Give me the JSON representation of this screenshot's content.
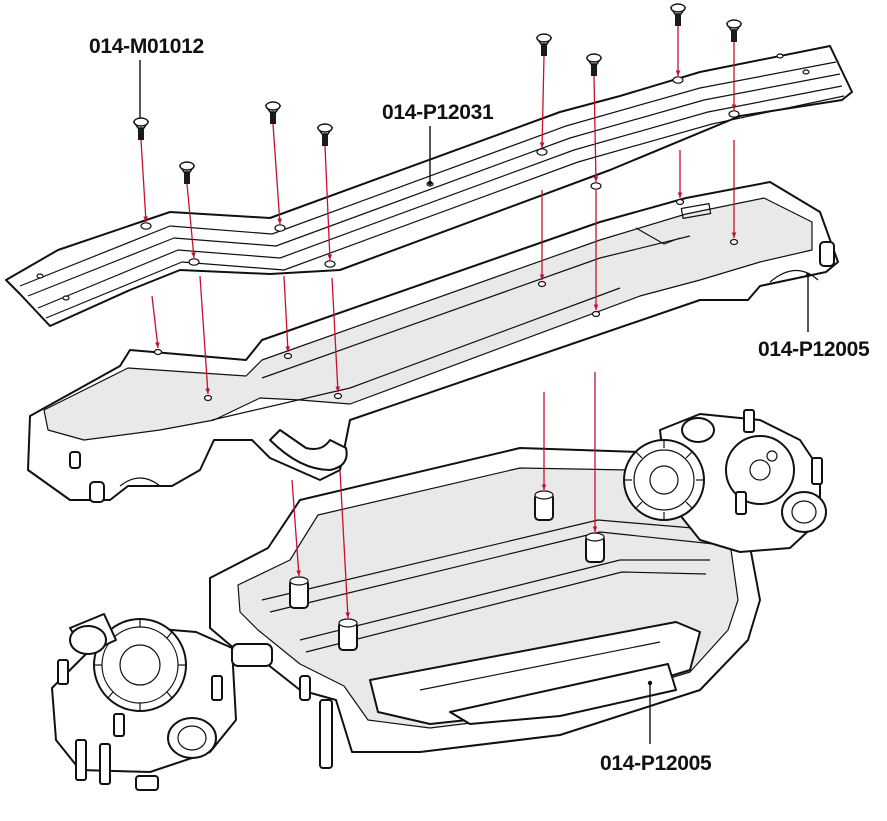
{
  "labels": {
    "screw": "014-M01012",
    "top_plate": "014-P12031",
    "upper_chassis": "014-P12005",
    "lower_chassis": "014-P12005"
  },
  "colors": {
    "guide_line": "#c8102e",
    "outline": "#111111",
    "background": "#ffffff"
  }
}
